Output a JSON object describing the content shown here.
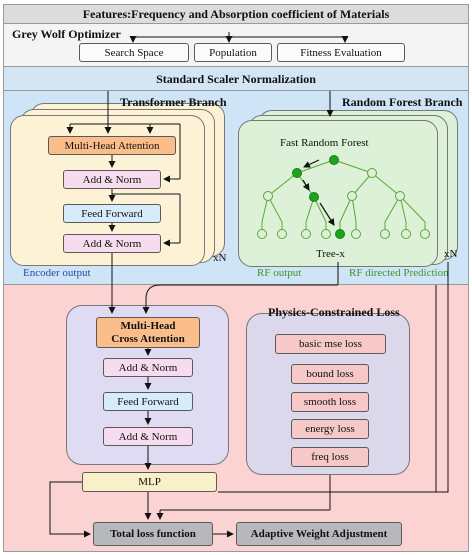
{
  "colors": {
    "top_band": "#dcdcdc",
    "gwo_band": "#f4f4f4",
    "scaler_band": "#d4e6f5",
    "branch_bg": "#cfe4f7",
    "transformer_card": "#fdf2d6",
    "rf_card": "#ddf0d8",
    "rf_green": "#5aa838",
    "rf_node_dark": "#1ea31e",
    "bottom_bg": "#fbd3d3",
    "decoder_card": "#dedbf2",
    "loss_card": "#dcd8ec",
    "loss_item": "#f6c8c8",
    "mha_orange": "#fbbd8a",
    "add_norm_pink": "#f7dcf0",
    "feed_forward_blue": "#d6ecfb",
    "mlp_yellow": "#faf0c8",
    "gray_box": "#b6b8bc",
    "teal_text": "#1a4fa0"
  },
  "title": "Features:Frequency and Absorption coefficient of Materials",
  "gwo": {
    "title": "Grey Wolf Optimizer",
    "items": [
      "Search Space",
      "Population",
      "Fitness Evaluation"
    ]
  },
  "scaler": "Standard Scaler Normalization",
  "transformer": {
    "title": "Transformer Branch",
    "mha": "Multi-Head Attention",
    "add_norm_1": "Add & Norm",
    "feed_forward": "Feed Forward",
    "add_norm_2": "Add & Norm",
    "repeat": "xN",
    "output": "Encoder output"
  },
  "random_forest": {
    "title": "Random Forest Branch",
    "tree_title": "Fast Random Forest",
    "tree_label": "Tree-x",
    "repeat": "xN",
    "rf_output": "RF output",
    "rf_directed": "RF directed Prediction"
  },
  "decoder": {
    "mha_line1": "Multi-Head",
    "mha_line2": "Cross Attention",
    "add_norm_1": "Add & Norm",
    "feed_forward": "Feed Forward",
    "add_norm_2": "Add & Norm",
    "mlp": "MLP"
  },
  "physics_loss": {
    "title": "Physics-Constrained Loss",
    "items": [
      "basic mse loss",
      "bound loss",
      "smooth loss",
      "energy loss",
      "freq loss"
    ]
  },
  "total_loss": "Total loss function",
  "adaptive": "Adaptive Weight Adjustment"
}
